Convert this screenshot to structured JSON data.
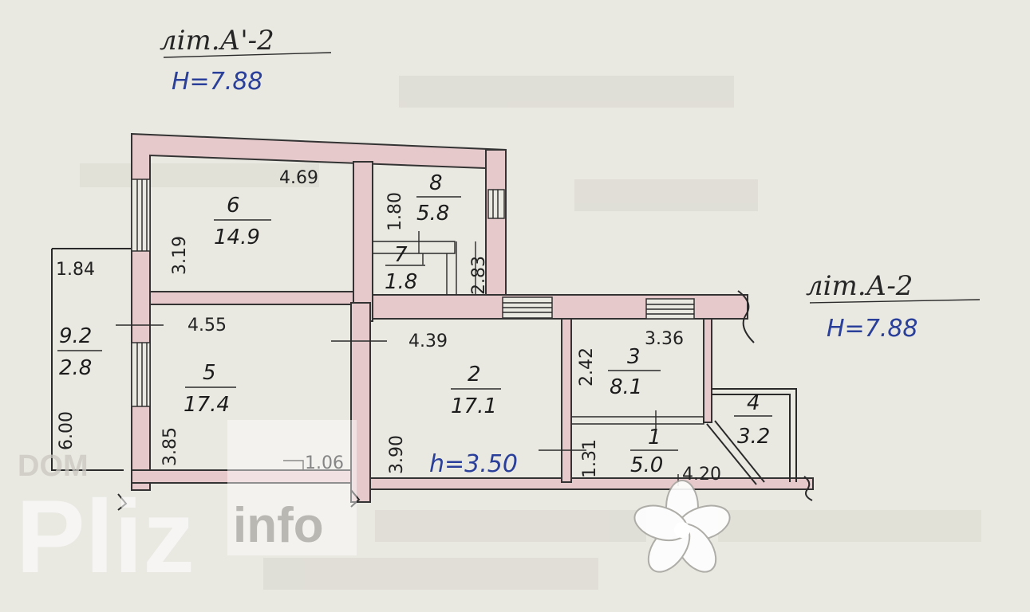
{
  "labels": {
    "lit_top": "літ.А'-2",
    "height_top": "H=7.88",
    "lit_right": "літ.А-2",
    "height_right": "H=7.88",
    "ceiling_h": "h=3.50"
  },
  "rooms": [
    {
      "num": "6",
      "area": "14.9"
    },
    {
      "num": "8",
      "area": "5.8"
    },
    {
      "num": "7",
      "area": "1.8"
    },
    {
      "num": "9.2",
      "area": "2.8"
    },
    {
      "num": "5",
      "area": "17.4"
    },
    {
      "num": "2",
      "area": "17.1"
    },
    {
      "num": "3",
      "area": "8.1"
    },
    {
      "num": "1",
      "area": "5.0"
    },
    {
      "num": "4",
      "area": "3.2"
    }
  ],
  "dimensions": {
    "d469": "4.69",
    "d180": "1.80",
    "d319": "3.19",
    "d283": "2.83",
    "d184": "1.84",
    "d455": "4.55",
    "d439": "4.39",
    "d336": "3.36",
    "d242": "2.42",
    "d385": "3.85",
    "d600": "6.00",
    "d106": "1.06",
    "d390": "3.90",
    "d131": "1.31",
    "d420": "4.20"
  },
  "watermark": {
    "small": "DOM",
    "big": "Pliz",
    "suffix": "info"
  },
  "colors": {
    "background": "#e9e8e1",
    "wall_fill": "#e6c9cb",
    "ink_blue": "#2a3f9a",
    "ink": "#222222"
  }
}
